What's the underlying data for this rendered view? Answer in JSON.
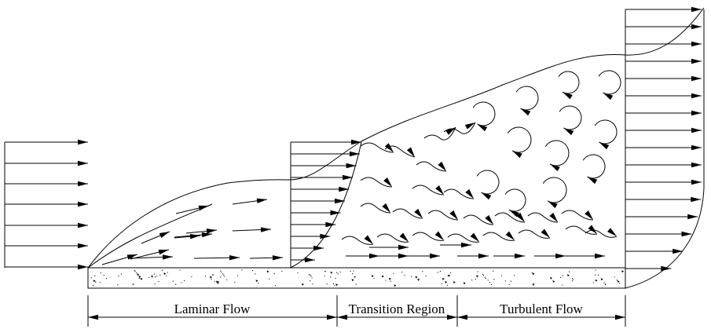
{
  "diagram": {
    "regions": [
      {
        "label": "Laminar Flow"
      },
      {
        "label": "Transition Region"
      },
      {
        "label": "Turbulent Flow"
      }
    ]
  }
}
